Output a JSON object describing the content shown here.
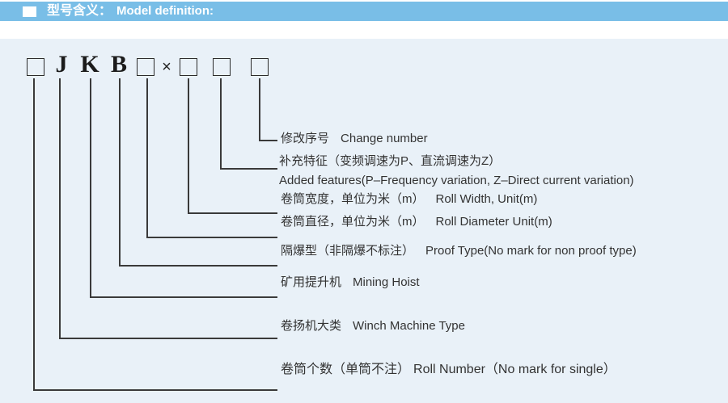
{
  "page": {
    "bg_color": "#e9f1f8",
    "line_color": "#3a3a3a",
    "text_color": "#333333"
  },
  "header": {
    "bar_color": "#79bee7",
    "title_cn": "型号含义：",
    "title_en": "Model definition:"
  },
  "model_code": {
    "letters": [
      "J",
      "K",
      "B"
    ],
    "multiply_sign": "×",
    "box_count": 5
  },
  "diagram": {
    "labels": [
      {
        "cn": "修改序号",
        "en": "Change number"
      },
      {
        "cn": "补充特征（变频调速为P、直流调速为Z）",
        "en": "Added features(P–Frequency variation, Z–Direct current variation)"
      },
      {
        "cn": "卷筒宽度，单位为米（m）",
        "en": "Roll Width, Unit(m)"
      },
      {
        "cn": "卷筒直径，单位为米（m）",
        "en": "Roll Diameter Unit(m)"
      },
      {
        "cn": "隔爆型（非隔爆不标注）",
        "en": "Proof Type(No mark for non proof type)"
      },
      {
        "cn": "矿用提升机",
        "en": "Mining Hoist"
      },
      {
        "cn": "卷扬机大类",
        "en": "Winch Machine Type"
      },
      {
        "cn": "卷筒个数（单筒不注）",
        "en": "Roll Number（No mark for single）"
      }
    ]
  }
}
